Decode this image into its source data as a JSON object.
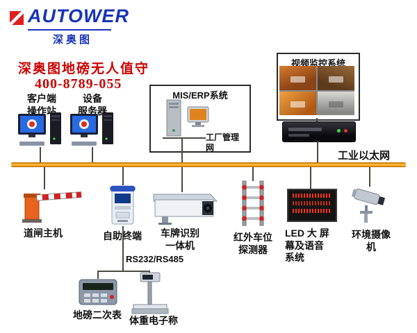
{
  "logo": {
    "brand": "AUTOWER",
    "sub": "深奥图"
  },
  "header": {
    "title": "深奥图地磅无人值守",
    "phone": "400-8789-055"
  },
  "top_section": {
    "client_label": "客户端\n操作站",
    "server_label": "设备\n服务器",
    "mis_title": "MIS/ERP系统",
    "mis_lan_label": "工厂管理网",
    "video_title": "视频监控系统"
  },
  "network": {
    "ethernet_label": "工业以太网",
    "serial_label": "RS232/RS485"
  },
  "devices": {
    "barrier_label": "道闸主机",
    "kiosk_label": "自助终端",
    "lpr_label": "车牌识别\n一体机",
    "infrared_label": "红外车位\n探测器",
    "led_label": "LED 大 屏\n幕及语音\n系统",
    "camera_label": "环境摄像\n机",
    "indicator_label": "地磅二次表",
    "scale_label": "体重电子称"
  },
  "colors": {
    "accent_red": "#cc0000",
    "logo_blue": "#1733b8",
    "ethernet_orange": "#f59e0b"
  }
}
